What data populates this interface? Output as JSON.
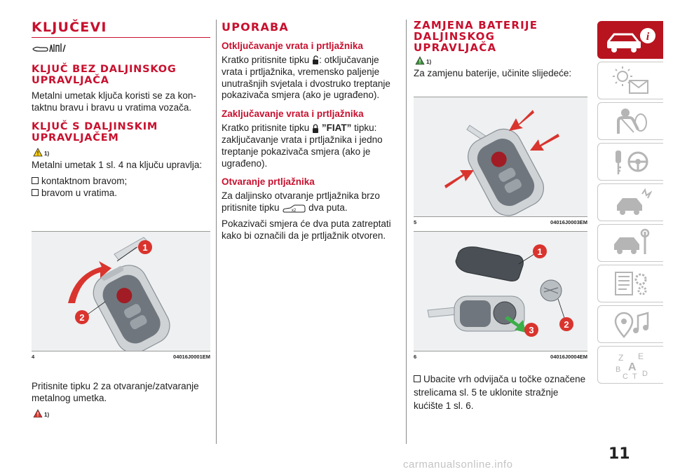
{
  "col1": {
    "title": "KLJUČEVI",
    "sec1_title": "KLJUČ BEZ DALJINSKOG UPRAVLJAČA",
    "sec1_text": "Metalni umetak ključa koristi se za kon-taktnu bravu i bravu u vratima vozača.",
    "sec2_title": "KLJUČ S DALJINSKIM UPRAVLJAČEM",
    "warn_ref": "1)",
    "sec2_text": "Metalni umetak 1 sl. 4 na ključu upravlja:",
    "bullets": [
      "kontaktnom bravom;",
      "bravom u vratima."
    ],
    "fig_num": "4",
    "fig_code": "04016J0001EM",
    "after_text": "Pritisnite tipku 2 za otvaranje/zatvaranje metalnog umetka.",
    "warn_ref2": "1)"
  },
  "col2": {
    "title": "UPORABA",
    "s1_title": "Otključavanje vrata i prtljažnika",
    "s1_text_a": "Kratko pritisnite tipku",
    "s1_text_b": ": otključavanje vrata i prtljažnika, vremensko paljenje unutrašnjih svjetala i dvostruko treptanje pokazivača smjera (ako je ugrađeno).",
    "s2_title": "Zaključavanje vrata i prtljažnika",
    "s2_text_a": "Kratko pritisnite tipku",
    "s2_fiat": "”FIAT”",
    "s2_text_b": "tipku: zaključavanje vrata i prtljažnika i jedno treptanje pokazivača smjera (ako je ugrađeno).",
    "s3_title": "Otvaranje prtljažnika",
    "s3_text_a": "Za daljinsko otvaranje prtljažnika brzo pritisnite tipku",
    "s3_text_b": "dva puta.",
    "s3_text_c": "Pokazivači smjera će dva puta zatreptati kako bi označili da je prtljažnik otvoren."
  },
  "col3": {
    "title": "ZAMJENA BATERIJE DALJINSKOG UPRAVLJAČA",
    "warn_ref": "1)",
    "intro": "Za zamjenu baterije, učinite slijedeće:",
    "fig5_num": "5",
    "fig5_code": "04016J0003EM",
    "fig6_num": "6",
    "fig6_code": "04016J0004EM",
    "step": "Ubacite vrh odvijača u točke označene strelicama sl. 5 te uklonite stražnje kućište 1 sl. 6."
  },
  "page_number": "11",
  "watermark": "carmanualsonline.info",
  "colors": {
    "accent": "#c8102e",
    "tab_active": "#b8141f"
  }
}
